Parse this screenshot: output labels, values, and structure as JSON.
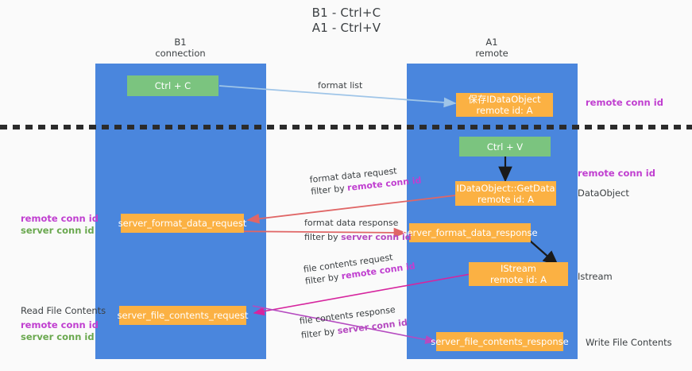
{
  "title": {
    "line1": "B1 - Ctrl+C",
    "line2": "A1 - Ctrl+V"
  },
  "columns": [
    {
      "name": "B1",
      "role": "connection"
    },
    {
      "name": "A1",
      "role": "remote"
    }
  ],
  "nodes": {
    "ctrl_c": {
      "line1": "Ctrl + C",
      "line2": ""
    },
    "save_dataobject": {
      "line1": "保存IDataObject",
      "line2": "remote id: A"
    },
    "ctrl_v": {
      "line1": "Ctrl + V",
      "line2": ""
    },
    "getdata": {
      "line1": "IDataObject::GetData",
      "line2": "remote id: A"
    },
    "fmt_req": {
      "line1": "server_format_data_request",
      "line2": ""
    },
    "fmt_resp": {
      "line1": "server_format_data_response",
      "line2": ""
    },
    "istream": {
      "line1": "IStream",
      "line2": "remote id: A"
    },
    "file_req": {
      "line1": "server_file_contents_request",
      "line2": ""
    },
    "file_resp": {
      "line1": "server_file_contents_response",
      "line2": ""
    }
  },
  "edges": {
    "format_list": {
      "line1": "format list",
      "line2_pre": "",
      "line2_key": ""
    },
    "fmt_data_request": {
      "line1": "format data request",
      "line2_pre": "filter by ",
      "line2_key": "remote conn id"
    },
    "fmt_data_response": {
      "line1": "format data response",
      "line2_pre": "filter by ",
      "line2_key": "server conn id"
    },
    "file_request": {
      "line1": "file contents request",
      "line2_pre": "filter by ",
      "line2_key": "remote conn id"
    },
    "file_response": {
      "line1": "file contents response",
      "line2_pre": "filter by ",
      "line2_key": "server conn id"
    }
  },
  "annotations": {
    "right_remote_conn_1": "remote conn id",
    "right_remote_conn_2": "remote conn id",
    "right_dataobject": "DataObject",
    "right_istream": "Istream",
    "right_write_file": "Write File Contents",
    "left_remote_conn": "remote conn id",
    "left_server_conn": "server conn id",
    "left_read_file": "Read File Contents",
    "left_remote_conn_2": "remote conn id",
    "left_server_conn_2": "server conn id"
  },
  "colors": {
    "panel_blue": "#4a86dd",
    "node_green": "#7bc47f",
    "node_orange": "#fbb143",
    "edge_lightblue": "#9fc5e8",
    "edge_red": "#e06666",
    "edge_magenta": "#d6259e",
    "edge_purple": "#b54ac0",
    "edge_black": "#1a1a1a",
    "text_purple": "#c03fd0",
    "text_green": "#6aa84f",
    "divider": "#2b2b2b",
    "background": "#fafafa"
  }
}
